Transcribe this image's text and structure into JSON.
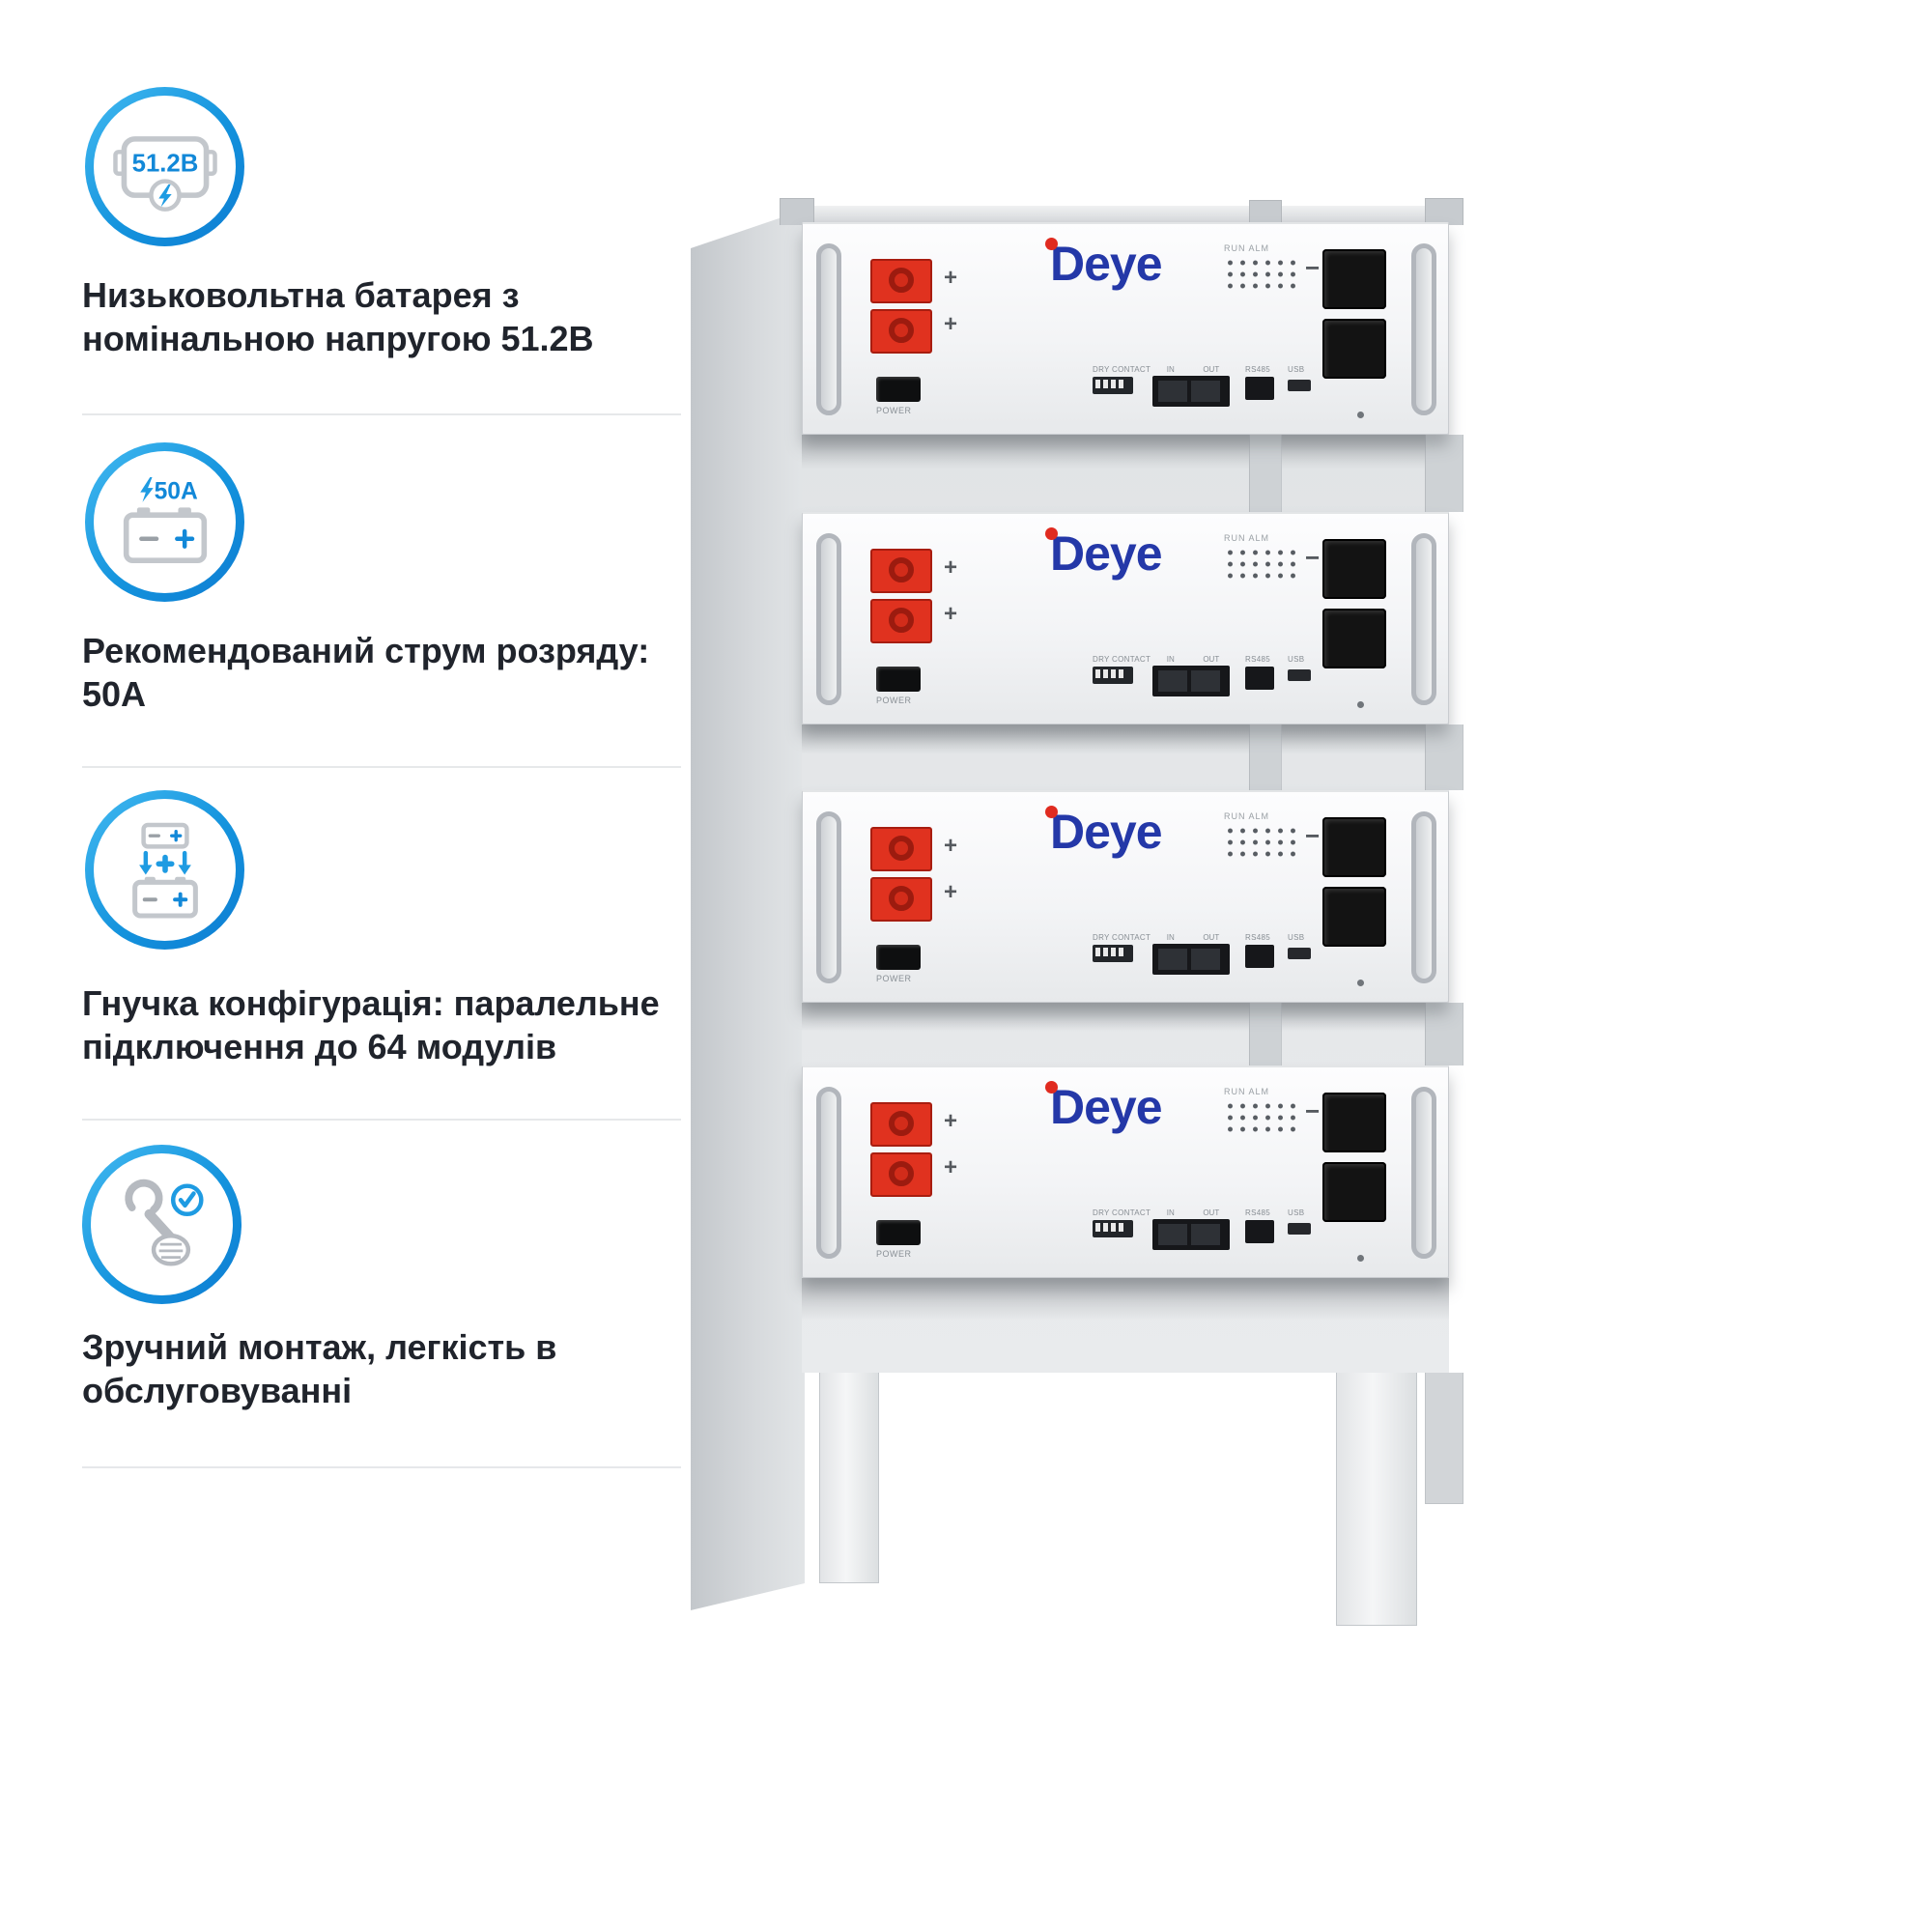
{
  "features": [
    {
      "icon": "battery-voltage-icon",
      "icon_value": "51.2В",
      "lines": [
        "Низьковольтна батарея з",
        "номінальною напругою 51.2В"
      ]
    },
    {
      "icon": "discharge-current-icon",
      "icon_value": "50A",
      "lines": [
        "Рекомендований струм розряду:",
        "50А"
      ]
    },
    {
      "icon": "parallel-connection-icon",
      "icon_value": "",
      "lines": [
        "Гнучка конфігурація: паралельне",
        "підключення до 64 модулів"
      ]
    },
    {
      "icon": "easy-maintenance-icon",
      "icon_value": "",
      "lines": [
        "Зручний монтаж, легкість в",
        "обслуговуванні"
      ]
    }
  ],
  "battery": {
    "brand": "Deye",
    "module_count": 4,
    "labels": {
      "power": "POWER",
      "run_alm": "RUN ALM",
      "dry_contact": "DRY CONTACT",
      "port_in": "IN",
      "port_out": "OUT",
      "rs485": "RS485",
      "usb": "USB",
      "plus": "+",
      "minus": "−"
    },
    "colors": {
      "brand_blue": "#2438a8",
      "brand_red": "#e02b20",
      "connector_red": "#e0321f",
      "connector_black": "#131313",
      "accent_blue": "#1e9be2"
    }
  }
}
